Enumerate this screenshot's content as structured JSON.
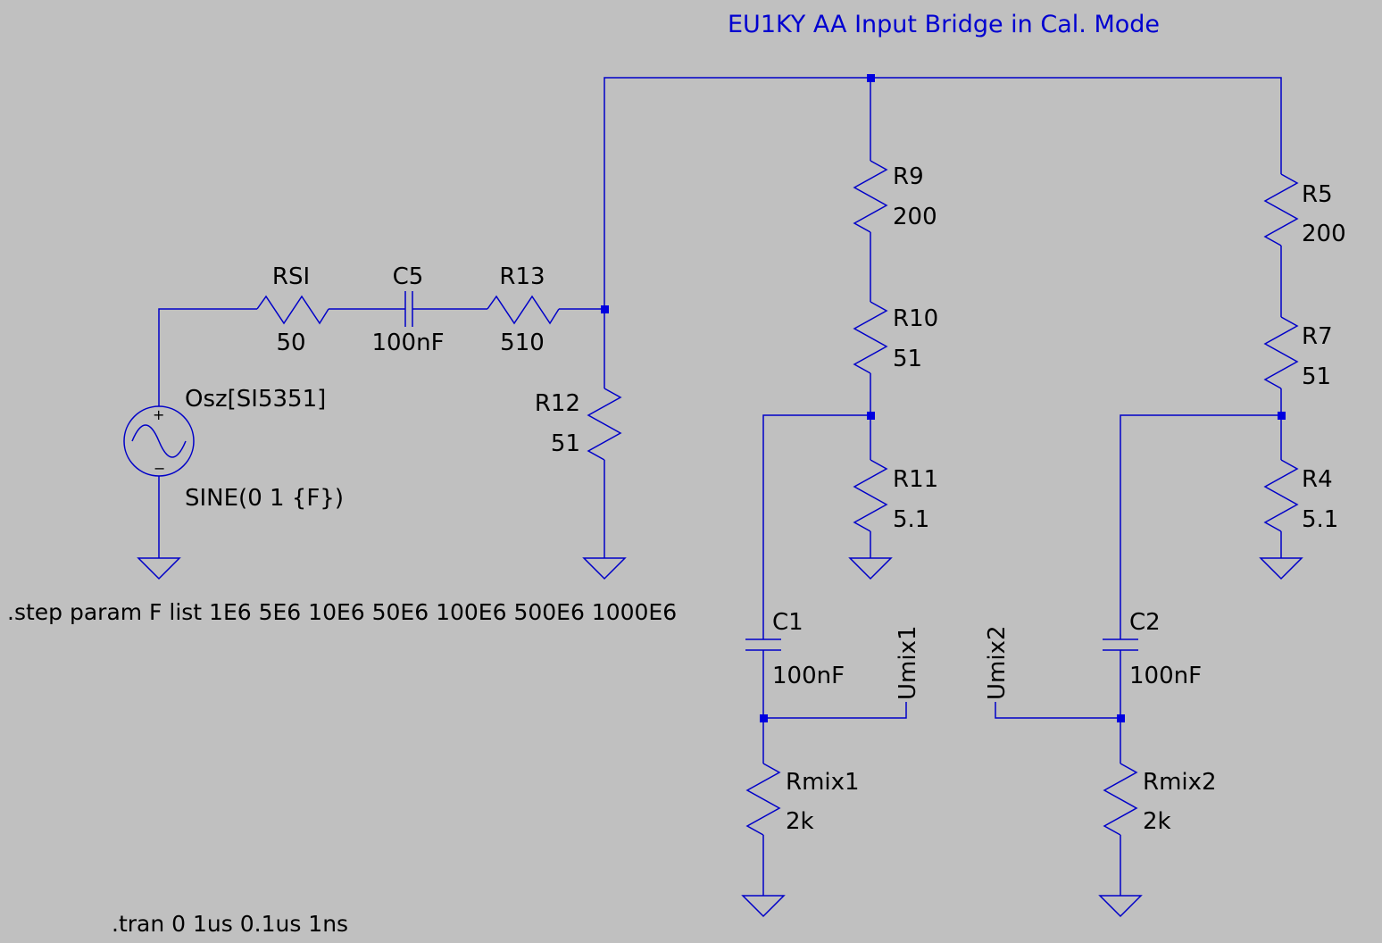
{
  "title": "EU1KY AA Input Bridge in Cal. Mode",
  "colors": {
    "background": "#c0c0c0",
    "wire": "#0000c8",
    "junction": "#0000e0",
    "title": "#0000d0",
    "text": "#000000"
  },
  "source": {
    "name": "Osz[SI5351]",
    "value": "SINE(0 1 {F})",
    "plus": "+",
    "minus": "−",
    "icon": "sine-source-icon"
  },
  "components": {
    "rsi": {
      "name": "RSI",
      "value": "50"
    },
    "c5": {
      "name": "C5",
      "value": "100nF"
    },
    "r13": {
      "name": "R13",
      "value": "510"
    },
    "r12": {
      "name": "R12",
      "value": "51"
    },
    "r9": {
      "name": "R9",
      "value": "200"
    },
    "r10": {
      "name": "R10",
      "value": "51"
    },
    "r11": {
      "name": "R11",
      "value": "5.1"
    },
    "r5": {
      "name": "R5",
      "value": "200"
    },
    "r7": {
      "name": "R7",
      "value": "51"
    },
    "r4": {
      "name": "R4",
      "value": "5.1"
    },
    "c1": {
      "name": "C1",
      "value": "100nF"
    },
    "c2": {
      "name": "C2",
      "value": "100nF"
    },
    "rmix1": {
      "name": "Rmix1",
      "value": "2k"
    },
    "rmix2": {
      "name": "Rmix2",
      "value": "2k"
    }
  },
  "nets": {
    "umix1": "Umix1",
    "umix2": "Umix2"
  },
  "directives": {
    "step": ".step param F list 1E6 5E6 10E6 50E6 100E6 500E6 1000E6",
    "tran": ".tran 0 1us 0.1us 1ns"
  }
}
